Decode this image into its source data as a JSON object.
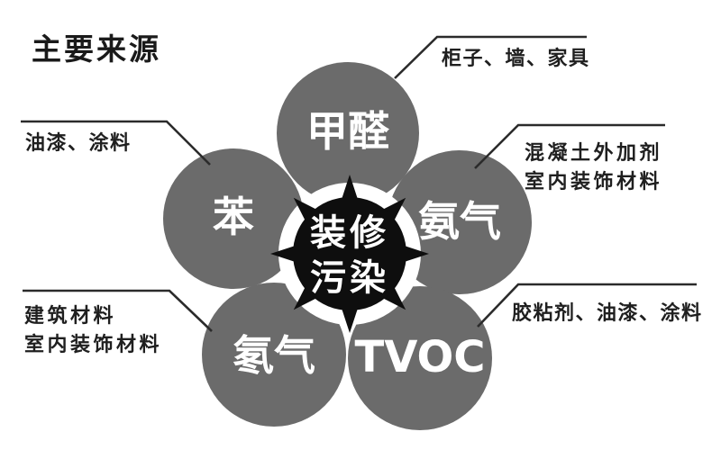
{
  "title": "主要来源",
  "center": {
    "label_line1": "装修",
    "label_line2": "污染"
  },
  "circles": [
    {
      "id": "formaldehyde",
      "label": "甲醛",
      "sources": [
        "柜子、墙、家具"
      ]
    },
    {
      "id": "benzene",
      "label": "苯",
      "sources": [
        "油漆、涂料"
      ]
    },
    {
      "id": "ammonia",
      "label": "氨气",
      "sources": [
        "混凝土外加剂",
        "室内装饰材料"
      ]
    },
    {
      "id": "radon",
      "label": "氡气",
      "sources": [
        "建筑材料",
        "室内装饰材料"
      ]
    },
    {
      "id": "tvoc",
      "label": "TVOC",
      "sources": [
        "胶粘剂、油漆、涂料"
      ]
    }
  ],
  "colors": {
    "circle_gray": "#6b6b6b",
    "center_black": "#0e0e0e",
    "halo_white": "#ffffff",
    "text_white": "#ffffff",
    "label_black": "#1f1f1f",
    "line": "#2b2b2b",
    "background": "#ffffff"
  }
}
